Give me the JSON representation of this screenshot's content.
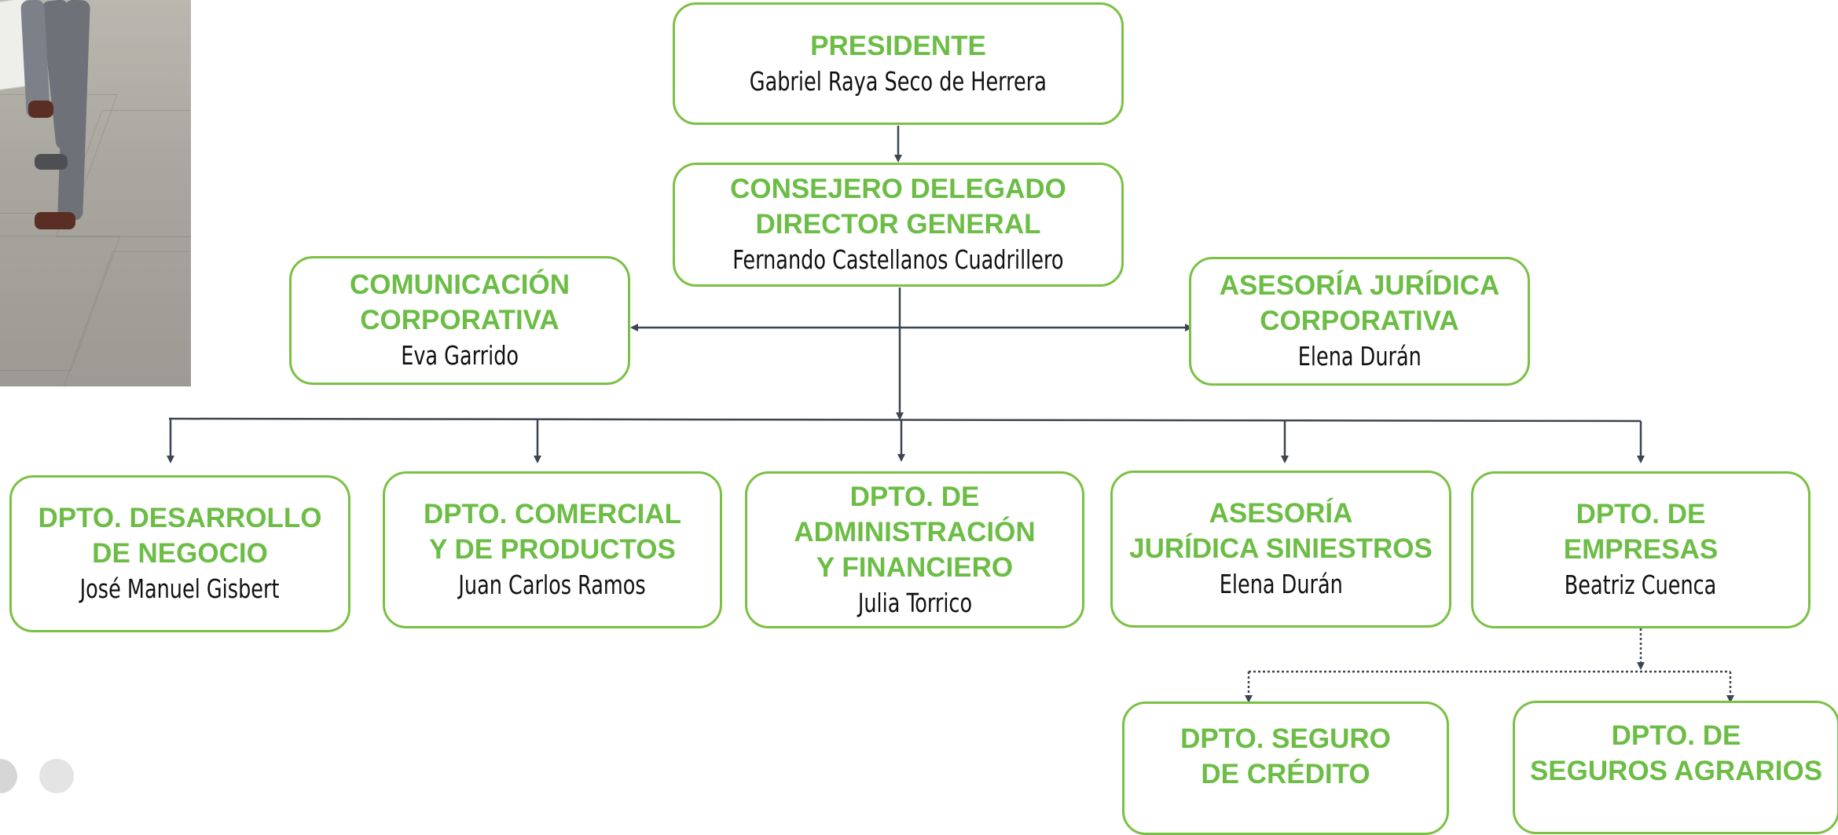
{
  "org_chart": {
    "president": {
      "title": "PRESIDENTE",
      "name": "Gabriel Raya Seco de Herrera"
    },
    "ceo": {
      "title": "CONSEJERO DELEGADO\nDIRECTOR GENERAL",
      "name": "Fernando Castellanos Cuadrillero"
    },
    "staff": [
      {
        "title": "COMUNICACIÓN\nCORPORATIVA",
        "name": "Eva Garrido"
      },
      {
        "title": "ASESORÍA JURÍDICA\nCORPORATIVA",
        "name": "Elena Durán"
      }
    ],
    "departments": [
      {
        "title": "DPTO. DESARROLLO\nDE NEGOCIO",
        "name": "José Manuel Gisbert"
      },
      {
        "title": "DPTO. COMERCIAL\nY DE PRODUCTOS",
        "name": "Juan Carlos Ramos"
      },
      {
        "title": "DPTO. DE\nADMINISTRACIÓN\nY FINANCIERO",
        "name": "Julia Torrico"
      },
      {
        "title": "ASESORÍA\nJURÍDICA SINIESTROS",
        "name": "Elena Durán"
      },
      {
        "title": "DPTO. DE\nEMPRESAS",
        "name": "Beatriz Cuenca"
      }
    ],
    "sub_departments": [
      {
        "title": "DPTO. SEGURO\nDE CRÉDITO"
      },
      {
        "title": "DPTO.  DE\nSEGUROS AGRARIOS"
      }
    ]
  },
  "colors": {
    "accent": "#7ac143",
    "title_text": "#6cbd45",
    "connector": "#3d4550"
  }
}
